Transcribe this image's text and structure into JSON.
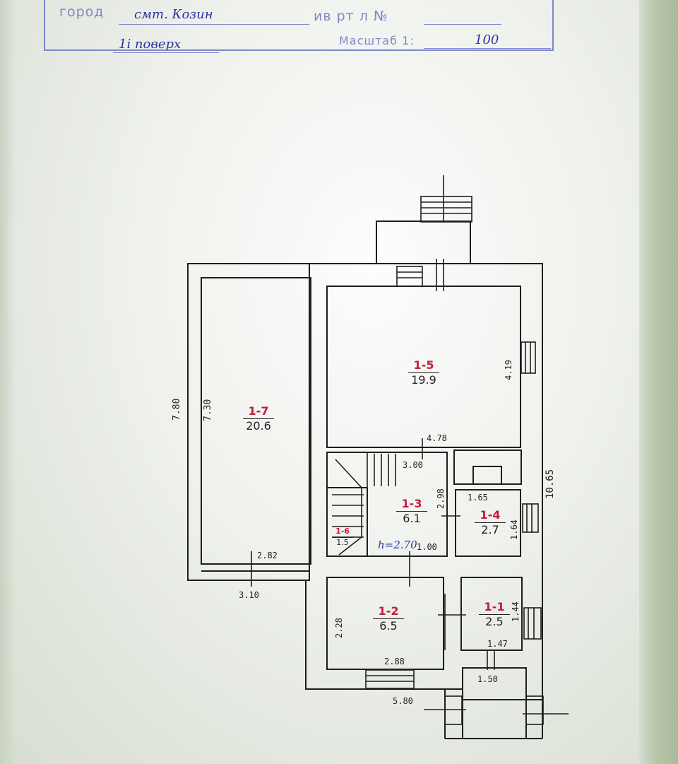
{
  "stamp": {
    "city_label": "город",
    "city_value": "смт. Козин",
    "inv_label": "ив рт л №",
    "floor_value": "1і поверх",
    "scale_label": "Масштаб 1:",
    "scale_value": "100"
  },
  "plan": {
    "dims": {
      "overall_left_height": "7.80",
      "inner_left_height": "7.30",
      "bottom_left_inner": "2.82",
      "bottom_left_outer": "3.10",
      "room5_height": "4.19",
      "room5_width": "4.78",
      "stair_room_width": "3.00",
      "room3_height": "2.98",
      "room4_width": "1.65",
      "room4_height": "1.64",
      "overall_right": "10.65",
      "room3_bottom": "1.00",
      "handwritten_note": "h=2.70",
      "room2_height": "2.28",
      "room2_width": "2.88",
      "room1_height": "1.44",
      "room1_width": "1.47",
      "porch_width": "1.50",
      "overall_bottom": "5.80"
    },
    "rooms": [
      {
        "id": "room-1-7",
        "number": "1-7",
        "area": "20.6"
      },
      {
        "id": "room-1-5",
        "number": "1-5",
        "area": "19.9"
      },
      {
        "id": "room-1-3",
        "number": "1-3",
        "area": "6.1"
      },
      {
        "id": "room-1-4",
        "number": "1-4",
        "area": "2.7"
      },
      {
        "id": "room-1-6",
        "number": "1-6",
        "area": "1.5"
      },
      {
        "id": "room-1-2",
        "number": "1-2",
        "area": "6.5"
      },
      {
        "id": "room-1-1",
        "number": "1-1",
        "area": "2.5"
      }
    ]
  },
  "colors": {
    "stamp_ink": "#7f87c7",
    "handwriting_blue": "#2c33a5",
    "room_number_red": "#c41c3a",
    "pencil": "#222222"
  }
}
